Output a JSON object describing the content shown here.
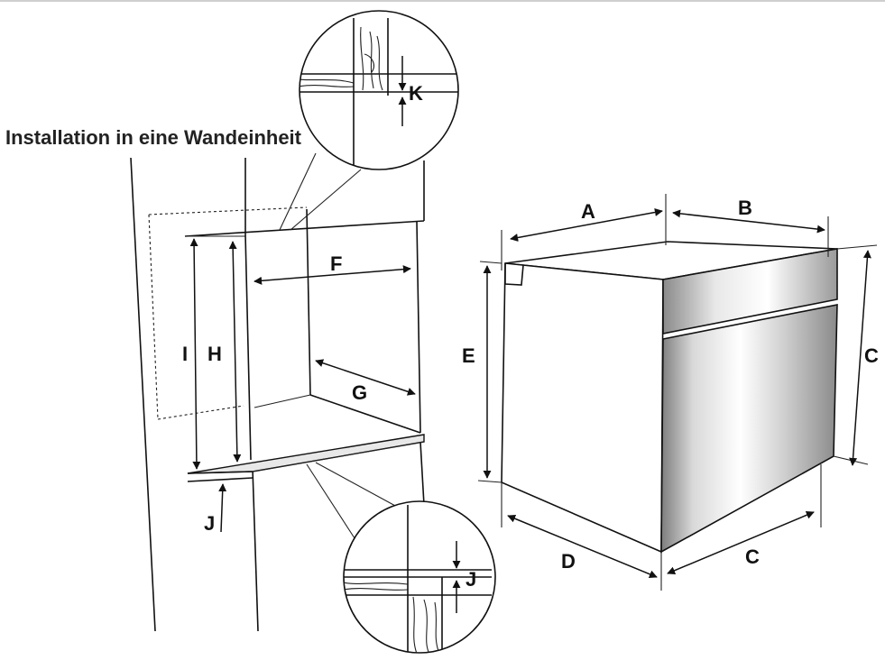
{
  "title": "Installation in eine Wandeinheit",
  "labels": {
    "A": "A",
    "B": "B",
    "C_right": "C",
    "C_bottom": "C",
    "D": "D",
    "E": "E",
    "F": "F",
    "G": "G",
    "H": "H",
    "I": "I",
    "J_bottom": "J",
    "J_detail": "J",
    "K": "K"
  },
  "colors": {
    "line": "#111111",
    "background": "#ffffff",
    "steel_light": "#f4f4f4",
    "steel_dark": "#8a8a8a"
  }
}
